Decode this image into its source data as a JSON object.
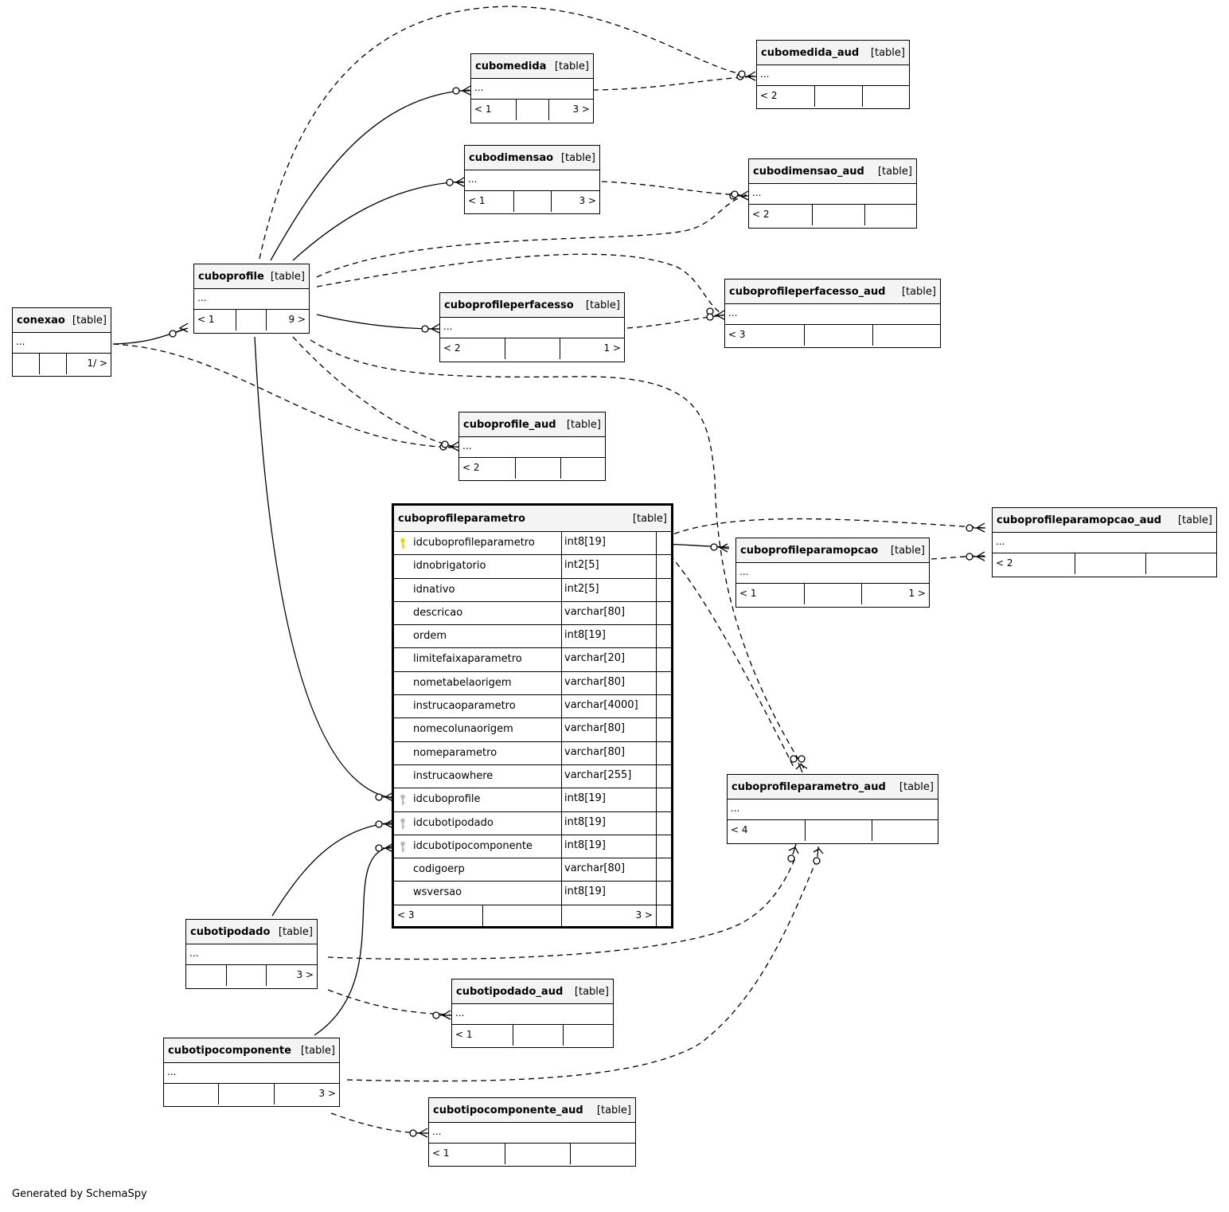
{
  "diagram": {
    "table_tag": "[table]",
    "ellipsis": "...",
    "generated_by": "Generated by SchemaSpy",
    "tables": {
      "conexao": {
        "name": "conexao",
        "foot": [
          "",
          "",
          "1/ >"
        ]
      },
      "cuboprofile": {
        "name": "cuboprofile",
        "foot": [
          "< 1",
          "",
          "9 >"
        ]
      },
      "cubomedida": {
        "name": "cubomedida",
        "foot": [
          "< 1",
          "",
          "3 >"
        ]
      },
      "cubomedida_aud": {
        "name": "cubomedida_aud",
        "foot": [
          "< 2",
          "",
          ""
        ]
      },
      "cubodimensao": {
        "name": "cubodimensao",
        "foot": [
          "< 1",
          "",
          "3 >"
        ]
      },
      "cubodimensao_aud": {
        "name": "cubodimensao_aud",
        "foot": [
          "< 2",
          "",
          ""
        ]
      },
      "cuboprofileperfacesso": {
        "name": "cuboprofileperfacesso",
        "foot": [
          "< 2",
          "",
          "1 >"
        ]
      },
      "cuboprofileperfacesso_aud": {
        "name": "cuboprofileperfacesso_aud",
        "foot": [
          "< 3",
          "",
          ""
        ]
      },
      "cuboprofile_aud": {
        "name": "cuboprofile_aud",
        "foot": [
          "< 2",
          "",
          ""
        ]
      },
      "cuboprofileparamopcao_aud": {
        "name": "cuboprofileparamopcao_aud",
        "foot": [
          "< 2",
          "",
          ""
        ]
      },
      "cuboprofileparamopcao": {
        "name": "cuboprofileparamopcao",
        "foot": [
          "< 1",
          "",
          "1 >"
        ]
      },
      "cuboprofileparametro_aud": {
        "name": "cuboprofileparametro_aud",
        "foot": [
          "< 4",
          "",
          ""
        ]
      },
      "cubotipodado": {
        "name": "cubotipodado",
        "foot": [
          "",
          "",
          "3 >"
        ]
      },
      "cubotipodado_aud": {
        "name": "cubotipodado_aud",
        "foot": [
          "< 1",
          "",
          ""
        ]
      },
      "cubotipocomponente": {
        "name": "cubotipocomponente",
        "foot": [
          "",
          "",
          "3 >"
        ]
      },
      "cubotipocomponente_aud": {
        "name": "cubotipocomponente_aud",
        "foot": [
          "< 1",
          "",
          ""
        ]
      }
    },
    "main_table": {
      "name": "cuboprofileparametro",
      "columns": [
        {
          "name": "idcuboprofileparametro",
          "type": "int8[19]",
          "key": "primary"
        },
        {
          "name": "idnobrigatorio",
          "type": "int2[5]",
          "key": ""
        },
        {
          "name": "idnativo",
          "type": "int2[5]",
          "key": ""
        },
        {
          "name": "descricao",
          "type": "varchar[80]",
          "key": ""
        },
        {
          "name": "ordem",
          "type": "int8[19]",
          "key": ""
        },
        {
          "name": "limitefaixaparametro",
          "type": "varchar[20]",
          "key": ""
        },
        {
          "name": "nometabelaorigem",
          "type": "varchar[80]",
          "key": ""
        },
        {
          "name": "instrucaoparametro",
          "type": "varchar[4000]",
          "key": ""
        },
        {
          "name": "nomecolunaorigem",
          "type": "varchar[80]",
          "key": ""
        },
        {
          "name": "nomeparametro",
          "type": "varchar[80]",
          "key": ""
        },
        {
          "name": "instrucaowhere",
          "type": "varchar[255]",
          "key": ""
        },
        {
          "name": "idcuboprofile",
          "type": "int8[19]",
          "key": "foreign"
        },
        {
          "name": "idcubotipodado",
          "type": "int8[19]",
          "key": "foreign"
        },
        {
          "name": "idcubotipocomponente",
          "type": "int8[19]",
          "key": "foreign"
        },
        {
          "name": "codigoerp",
          "type": "varchar[80]",
          "key": ""
        },
        {
          "name": "wsversao",
          "type": "int8[19]",
          "key": ""
        }
      ],
      "foot": [
        "< 3",
        "",
        "3 >"
      ]
    },
    "colors": {
      "primary_key": "#e8d800",
      "foreign_key": "#b8b8b8",
      "header_bg": "#f4f4f4",
      "line": "#000000"
    }
  }
}
